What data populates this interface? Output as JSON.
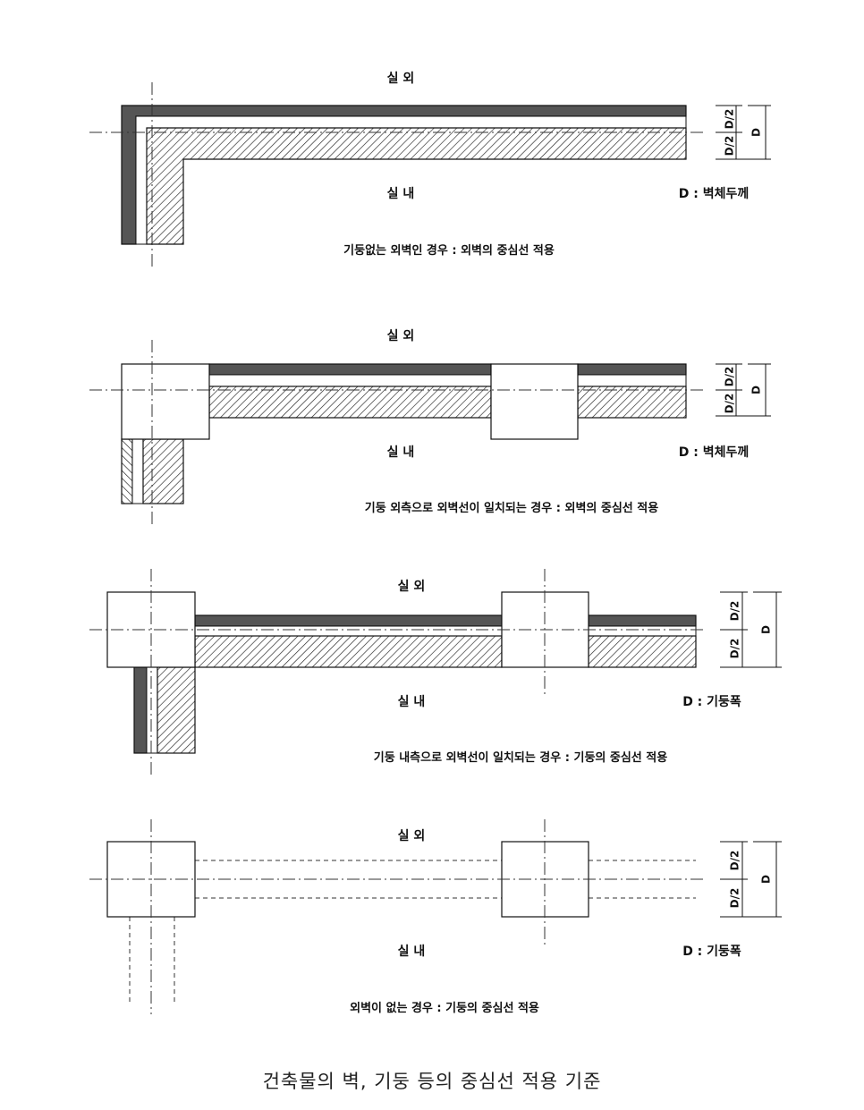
{
  "panels": [
    {
      "outside_label": "실 외",
      "inside_label": "실 내",
      "d_note": "D : 벽체두께",
      "caption": "기둥없는 외벽인 경우 : 외벽의 중심선 적용",
      "dim_half_top": "D/2",
      "dim_half_bottom": "D/2",
      "dim_total": "D"
    },
    {
      "outside_label": "실 외",
      "inside_label": "실 내",
      "d_note": "D : 벽체두께",
      "caption": "기둥 외측으로 외벽선이 일치되는 경우 : 외벽의 중심선 적용",
      "dim_half_top": "D/2",
      "dim_half_bottom": "D/2",
      "dim_total": "D"
    },
    {
      "outside_label": "실 외",
      "inside_label": "실 내",
      "d_note": "D : 기둥폭",
      "caption": "기둥 내측으로 외벽선이 일치되는 경우 : 기둥의 중심선 적용",
      "dim_half_top": "D/2",
      "dim_half_bottom": "D/2",
      "dim_total": "D"
    },
    {
      "outside_label": "실 외",
      "inside_label": "실 내",
      "d_note": "D : 기둥폭",
      "caption": "외벽이 없는 경우 : 기둥의 중심선 적용",
      "dim_half_top": "D/2",
      "dim_half_bottom": "D/2",
      "dim_total": "D"
    }
  ],
  "figure_caption": "건축물의 벽, 기둥 등의 중심선 적용 기준"
}
